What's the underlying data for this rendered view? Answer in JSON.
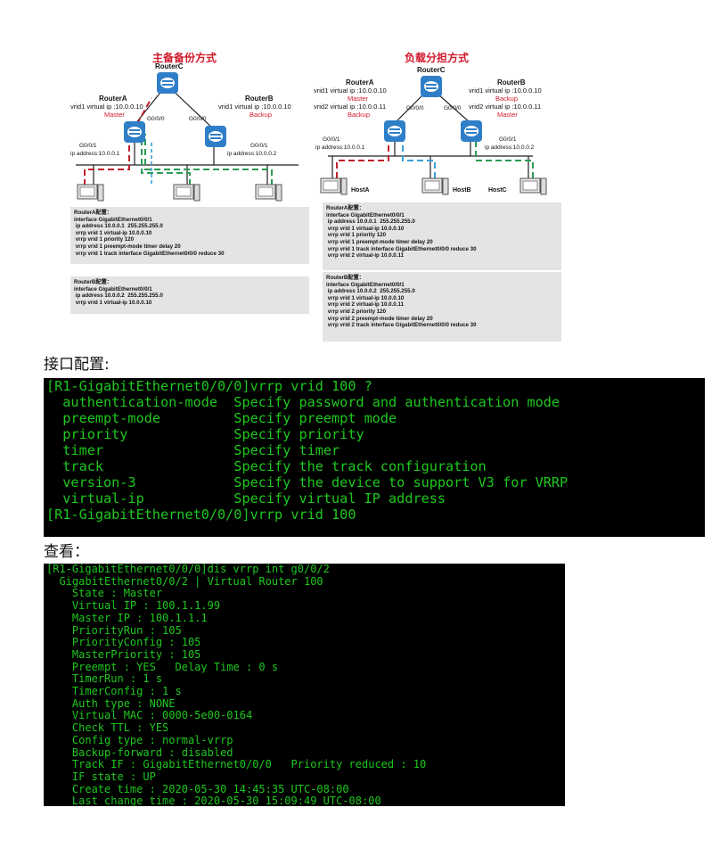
{
  "diagram_left": {
    "title": "主备备份方式",
    "routerC": "RouterC",
    "routerA": {
      "name": "RouterA",
      "line1": "vrid1 virtual ip :10.0.0.10",
      "role": "Master",
      "port_up": "G0/0/0",
      "port_down": "G0/0/1",
      "ip": "ip address:10.0.0.1"
    },
    "routerB": {
      "name": "RouterB",
      "line1": "vrid1 virtual ip :10.0.0.10",
      "role": "Backup",
      "port_up": "G0/0/0",
      "port_down": "G0/0/1",
      "ip": "ip address:10.0.0.2"
    },
    "cfgA": "RouterA配置：\ninterface GigabitEthernet0/0/1\n ip address 10.0.0.1  255.255.255.0\n vrrp vrid 1 virtual-ip 10.0.0.10\n vrrp vrid 1 priority 120\n vrrp vrid 1 preempt-mode timer delay 20\n vrrp vrid 1 track interface GigabitEthernet0/0/0 reduce 30",
    "cfgB": "RouterB配置：\ninterface GigabitEthernet0/0/1\n ip address 10.0.0.2  255.255.255.0\n vrrp vrid 1 virtual-ip 10.0.0.10"
  },
  "diagram_right": {
    "title": "负载分担方式",
    "routerC": "RouterC",
    "routerA": {
      "name": "RouterA",
      "line1": "vrid1 virtual ip :10.0.0.10",
      "role1": "Master",
      "line2": "vrid2 virtual ip :10.0.0.11",
      "role2": "Backup",
      "port_up": "G0/0/0",
      "port_down": "G0/0/1",
      "ip": "ip address:10.0.0.1"
    },
    "routerB": {
      "name": "RouterB",
      "line1": "vrid1 virtual ip :10.0.0.10",
      "role1": "Backup",
      "line2": "vrid2 virtual ip :10.0.0.11",
      "role2": "Master",
      "port_up": "G0/0/0",
      "port_down": "G0/0/1",
      "ip": "ip address:10.0.0.2"
    },
    "hosts": [
      "HostA",
      "HostB",
      "HostC"
    ],
    "cfgA": "RouterA配置：\ninterface GigabitEthernet0/0/1\n ip address 10.0.0.1  255.255.255.0\n vrrp vrid 1 virtual-ip 10.0.0.10\n vrrp vrid 1 priority 120\n vrrp vrid 1 preempt-mode timer delay 20\n vrrp vrid 1 track interface GigabitEthernet0/0/0 reduce 30\n vrrp vrid 2 virtual-ip 10.0.0.11",
    "cfgB": "RouterB配置：\ninterface GigabitEthernet0/0/1\n ip address 10.0.0.2  255.255.255.0\n vrrp vrid 1 virtual-ip 10.0.0.10\n vrrp vrid 2 virtual-ip 10.0.0.11\n vrrp vrid 2 priority 120\n vrrp vrid 2 preempt-mode timer delay 20\n vrrp vrid 2 track interface GigabitEthernet0/0/0 reduce 30"
  },
  "heading_interface": "接口配置:",
  "terminal1": "[R1-GigabitEthernet0/0/0]vrrp vrid 100 ?\n  authentication-mode  Specify password and authentication mode\n  preempt-mode         Specify preempt mode\n  priority             Specify priority\n  timer                Specify timer\n  track                Specify the track configuration\n  version-3            Specify the device to support V3 for VRRP\n  virtual-ip           Specify virtual IP address\n[R1-GigabitEthernet0/0/0]vrrp vrid 100",
  "heading_view": "查看：",
  "terminal2": "[R1-GigabitEthernet0/0/0]dis vrrp int g0/0/2\n  GigabitEthernet0/0/2 | Virtual Router 100\n    State : Master\n    Virtual IP : 100.1.1.99\n    Master IP : 100.1.1.1\n    PriorityRun : 105\n    PriorityConfig : 105\n    MasterPriority : 105\n    Preempt : YES   Delay Time : 0 s\n    TimerRun : 1 s\n    TimerConfig : 1 s\n    Auth type : NONE\n    Virtual MAC : 0000-5e00-0164\n    Check TTL : YES\n    Config type : normal-vrrp\n    Backup-forward : disabled\n    Track IF : GigabitEthernet0/0/0   Priority reduced : 10\n    IF state : UP\n    Create time : 2020-05-30 14:45:35 UTC-08:00\n    Last change time : 2020-05-30 15:09:49 UTC-08:00",
  "colors": {
    "red_path": "#c0202a",
    "green_path": "#2a9a55",
    "blue_path": "#3aa0d8",
    "terminal_text": "#1ec81e"
  }
}
